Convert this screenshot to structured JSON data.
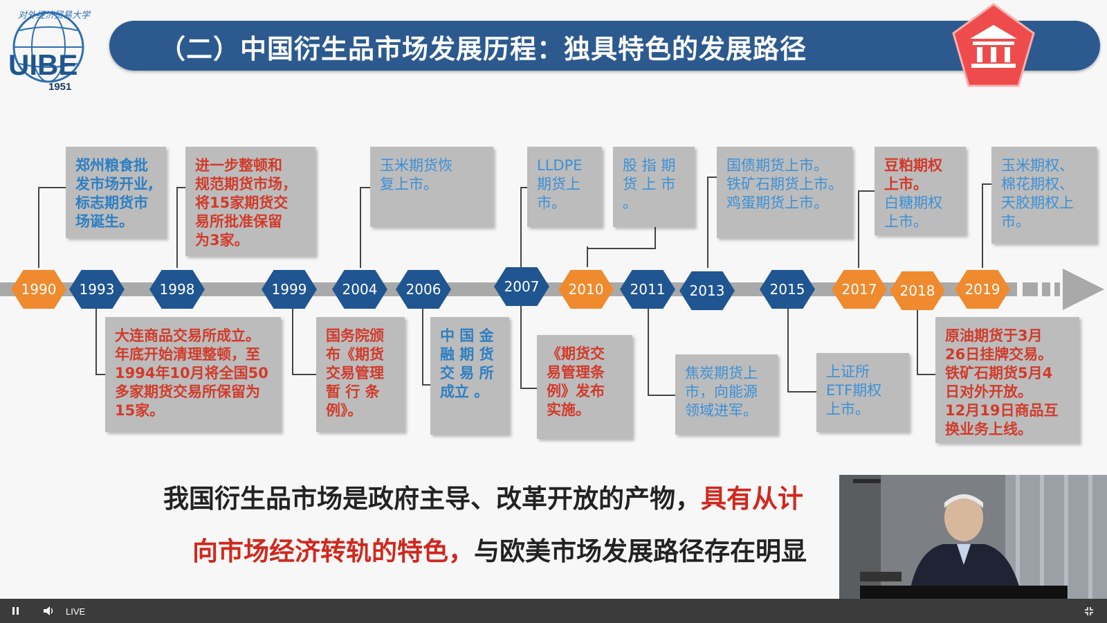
{
  "header": {
    "title": "（二）中国衍生品市场发展历程：独具特色的发展路径",
    "logo_text": "UIBE",
    "logo_year": "1951",
    "logo_arc_text": "对外经济贸易大学"
  },
  "timeline": {
    "years": [
      {
        "label": "1990",
        "color": "orange"
      },
      {
        "label": "1993",
        "color": "blue"
      },
      {
        "label": "1998",
        "color": "blue"
      },
      {
        "label": "1999",
        "color": "blue"
      },
      {
        "label": "2004",
        "color": "blue"
      },
      {
        "label": "2006",
        "color": "blue"
      },
      {
        "label": "2007",
        "color": "blue"
      },
      {
        "label": "2010",
        "color": "orange"
      },
      {
        "label": "2011",
        "color": "blue"
      },
      {
        "label": "2013",
        "color": "blue"
      },
      {
        "label": "2015",
        "color": "blue"
      },
      {
        "label": "2017",
        "color": "orange"
      },
      {
        "label": "2018",
        "color": "orange"
      },
      {
        "label": "2019",
        "color": "orange"
      }
    ],
    "events": {
      "y1990": "郑州粮食批\n发市场开业,\n标志期货市\n场诞生。",
      "y1993": "大连商品交易所成立。\n年底开始清理整顿，至\n1994年10月将全国50\n多家期货交易所保留为\n15家。",
      "y1998": "进一步整顿和\n规范期货市场，\n将15家期货交\n易所批准保留\n为3家。",
      "y1999": "国务院颁\n布《期货\n交易管理\n暂 行 条\n例》。",
      "y2004": "玉米期货恢\n复上市。",
      "y2006": "中 国 金\n融 期 货\n交 易 所\n成立 。",
      "y2007a": "LLDPE\n期货上\n市。",
      "y2007b": "《期货交\n易管理条\n例》发布\n实施。",
      "y2010": "股 指 期\n货 上 市 。",
      "y2011": "焦炭期货上\n市，向能源\n领域进军。",
      "y2013": "国债期货上市。\n铁矿石期货上市。\n鸡蛋期货上市。",
      "y2015": "上证所\nETF期权\n上市。",
      "y2017_red": "豆粕期权\n上市。",
      "y2017_blue": "白糖期权\n上市。",
      "y2018": "原油期货于3月\n26日挂牌交易。\n铁矿石期货5月4\n日对外开放。\n12月19日商品互\n换业务上线。",
      "y2019": "玉米期权、\n棉花期权、\n天胶期权上\n市。"
    }
  },
  "summary": {
    "line1_black": "我国衍生品市场是政府主导、改革开放的产物，",
    "line1_red": "具有从计",
    "line2_red": "向市场经济转轨的特色，",
    "line2_black": "与欧美市场发展路径存在明显"
  },
  "player": {
    "live_label": "LIVE"
  },
  "colors": {
    "title_bar": "#2c5a8f",
    "hex_blue": "#1f5590",
    "hex_orange": "#ef8a2e",
    "card_bg": "#bcbcbc",
    "text_red": "#d23a2a",
    "text_blue": "#2c7fc3"
  }
}
